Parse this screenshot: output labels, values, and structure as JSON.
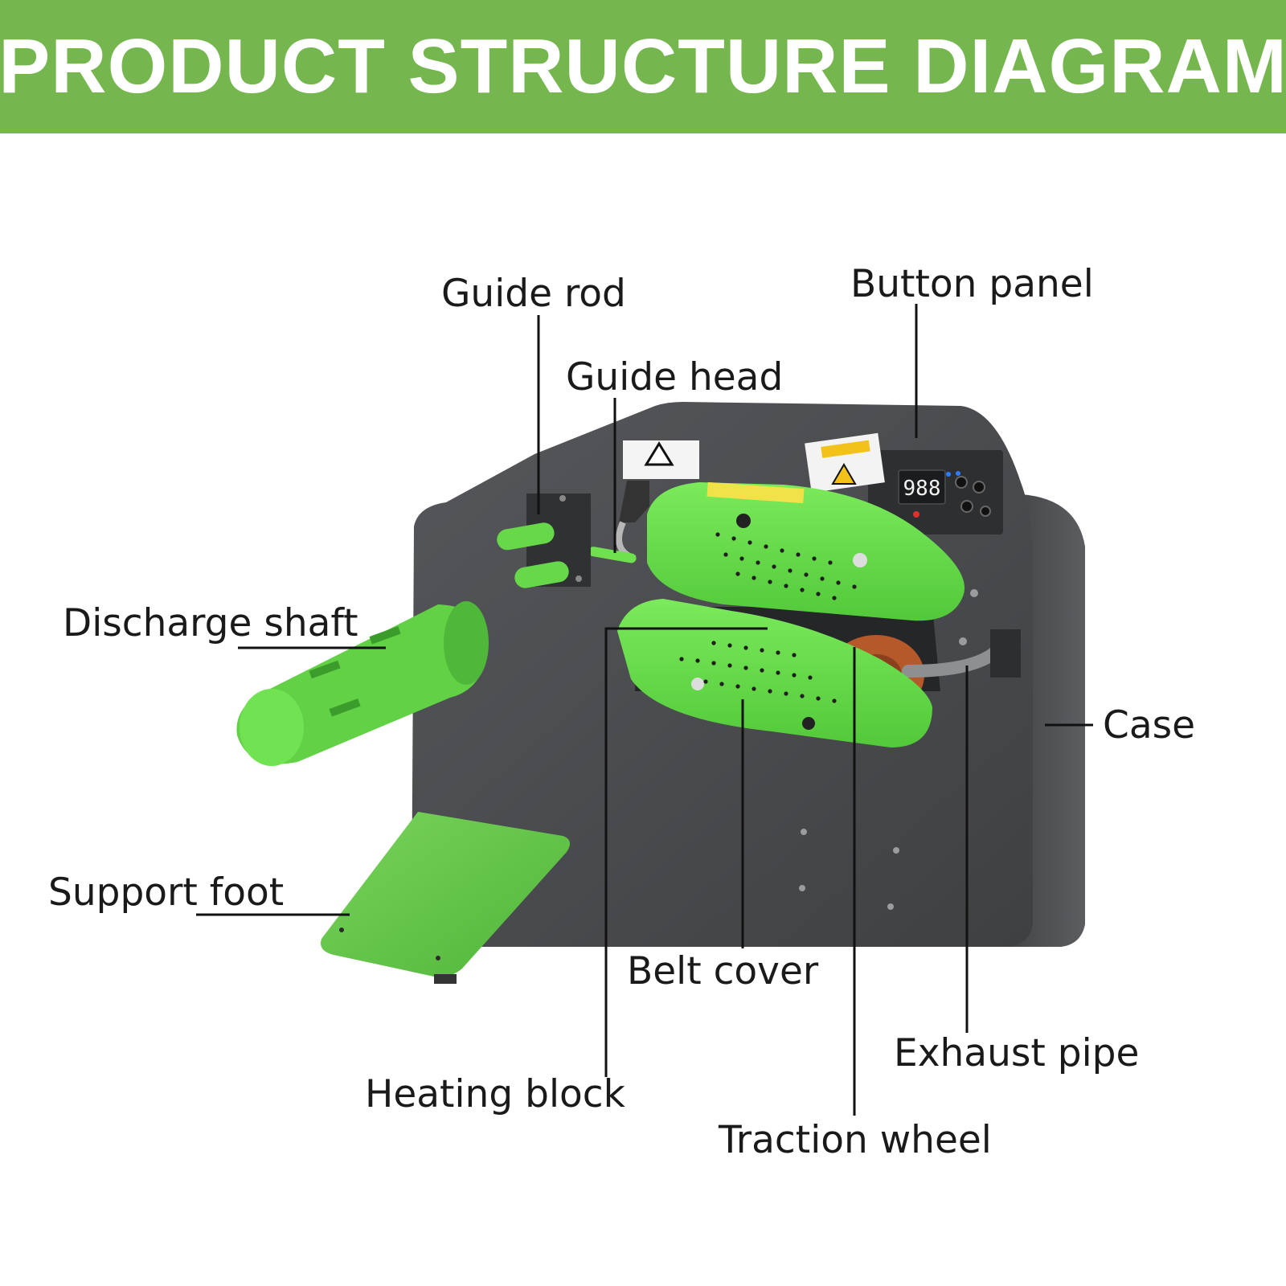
{
  "title": "PRODUCT STRUCTURE DIAGRAM",
  "colors": {
    "banner": "#75b64f",
    "case": "#4a4c4e",
    "green_part": "#6fe04e",
    "label_text": "#1a1a1a",
    "leader_line": "#111111"
  },
  "labels": {
    "guide_rod": "Guide rod",
    "guide_head": "Guide head",
    "button_panel": "Button panel",
    "discharge_shaft": "Discharge shaft",
    "case": "Case",
    "support_foot": "Support foot",
    "belt_cover": "Belt cover",
    "exhaust_pipe": "Exhaust pipe",
    "heating_block": "Heating block",
    "traction_wheel": "Traction wheel"
  },
  "display": {
    "readout": "988"
  },
  "icons": [
    "warning-sticker-icon"
  ]
}
